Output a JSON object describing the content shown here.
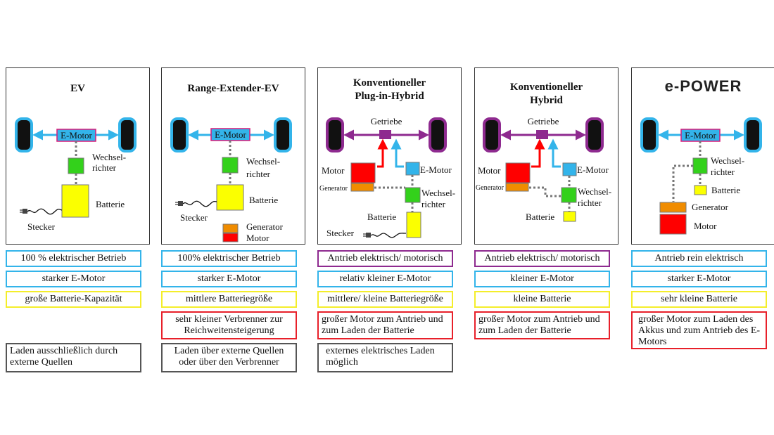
{
  "colors": {
    "wheel_outline_blue": "#33b4ea",
    "wheel_outline_purple": "#8e2a8f",
    "emotor_fill": "#33b4ea",
    "emotor_border": "#d81b7a",
    "inverter_green": "#33d11b",
    "battery_yellow": "#fbff00",
    "engine_red": "#ff0000",
    "generator_orange": "#f08c00",
    "gearbox_purple": "#8e2a8f",
    "connector_gray": "#777777",
    "box_blue": "#33b4ea",
    "box_yellow": "#f4ee2a",
    "box_red": "#e8202a",
    "box_purple": "#8e2a8f",
    "box_gray": "#555555"
  },
  "columns": [
    {
      "title": "EV",
      "labels": {
        "emotor": "E-Motor",
        "inverter_1": "Wechsel-",
        "inverter_2": "richter",
        "battery": "Batterie",
        "plug": "Stecker"
      },
      "boxes": [
        {
          "text": "100 % elektrischer Betrieb"
        },
        {
          "text": "starker E-Motor"
        },
        {
          "text": "große Batterie-Kapazität"
        },
        {
          "text": "Laden ausschließlich durch externe Quellen"
        }
      ]
    },
    {
      "title": "Range-Extender-EV",
      "labels": {
        "emotor": "E-Motor",
        "inverter_1": "Wechsel-",
        "inverter_2": "richter",
        "battery": "Batterie",
        "plug": "Stecker",
        "generator": "Generator",
        "engine": "Motor"
      },
      "boxes": [
        {
          "text": "100% elektrischer Betrieb"
        },
        {
          "text": "starker E-Motor"
        },
        {
          "text": "mittlere Batteriegröße"
        },
        {
          "text": "sehr kleiner Verbrenner zur Reichweitensteigerung"
        },
        {
          "text": "Laden über externe Quellen oder über den Verbrenner"
        }
      ]
    },
    {
      "title_1": "Konventioneller",
      "title_2": "Plug-in-Hybrid",
      "labels": {
        "gearbox": "Getriebe",
        "engine": "Motor",
        "emotor": "E-Motor",
        "generator": "Generator",
        "inverter_1": "Wechsel-",
        "inverter_2": "richter",
        "battery": "Batterie",
        "plug": "Stecker"
      },
      "boxes": [
        {
          "text": "Antrieb elektrisch/ motorisch"
        },
        {
          "text": "relativ kleiner E-Motor"
        },
        {
          "text": "mittlere/ kleine Batteriegröße"
        },
        {
          "text": "großer Motor zum Antrieb und zum Laden der Batterie"
        },
        {
          "text": "externes elektrisches Laden möglich"
        }
      ]
    },
    {
      "title_1": "Konventioneller",
      "title_2": "Hybrid",
      "labels": {
        "gearbox": "Getriebe",
        "engine": "Motor",
        "emotor": "E-Motor",
        "generator": "Generator",
        "inverter_1": "Wechsel-",
        "inverter_2": "richter",
        "battery": "Batterie"
      },
      "boxes": [
        {
          "text": "Antrieb elektrisch/ motorisch"
        },
        {
          "text": "kleiner E-Motor"
        },
        {
          "text": "kleine Batterie"
        },
        {
          "text": "großer Motor zum Antrieb und zum Laden der Batterie"
        }
      ]
    },
    {
      "logo": "e-POWER",
      "labels": {
        "emotor": "E-Motor",
        "inverter_1": "Wechsel-",
        "inverter_2": "richter",
        "battery": "Batterie",
        "generator": "Generator",
        "engine": "Motor"
      },
      "boxes": [
        {
          "text": "Antrieb rein elektrisch"
        },
        {
          "text": "starker E-Motor"
        },
        {
          "text": "sehr kleine Batterie"
        },
        {
          "text": "großer Motor zum Laden des Akkus und zum Antrieb des E-Motors"
        }
      ]
    }
  ]
}
